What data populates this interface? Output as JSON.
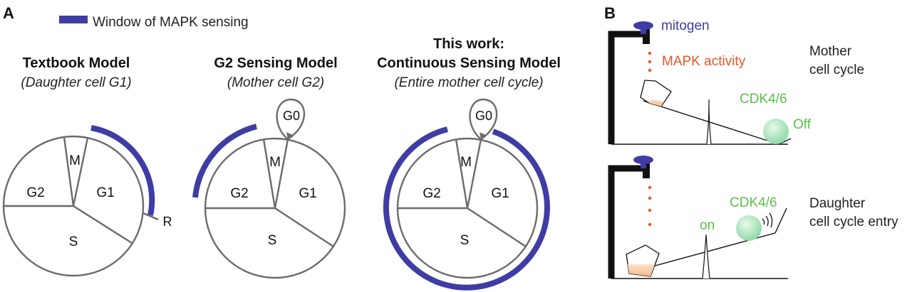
{
  "colors": {
    "sensing_window": "#3f3da3",
    "mitogen": "#3f3da3",
    "mapk": "#e8552a",
    "cdk": "#5cbf4a",
    "cycle_lines": "#6b6b6b"
  },
  "panel_a": {
    "label": "A",
    "legend": "Window of MAPK sensing",
    "models": [
      {
        "title": "Textbook Model",
        "subtitle": "(Daughter cell G1)",
        "phases": {
          "m": "M",
          "g1": "G1",
          "g2": "G2",
          "s": "S"
        },
        "restriction_point": "R"
      },
      {
        "title": "G2 Sensing Model",
        "subtitle": "(Mother cell G2)",
        "phases": {
          "m": "M",
          "g1": "G1",
          "g2": "G2",
          "s": "S"
        },
        "g0": "G0"
      },
      {
        "title_line1": "This work:",
        "title_line2": "Continuous Sensing Model",
        "subtitle": "(Entire mother cell cycle)",
        "phases": {
          "m": "M",
          "g1": "G1",
          "g2": "G2",
          "s": "S"
        },
        "g0": "G0"
      }
    ]
  },
  "panel_b": {
    "label": "B",
    "mother": {
      "mitogen": "mitogen",
      "mapk": "MAPK activity",
      "cdk": "CDK4/6",
      "state": "Off",
      "caption_line1": "Mother",
      "caption_line2": "cell cycle"
    },
    "daughter": {
      "cdk": "CDK4/6",
      "state": "on",
      "caption_line1": "Daughter",
      "caption_line2": "cell cycle entry"
    }
  }
}
